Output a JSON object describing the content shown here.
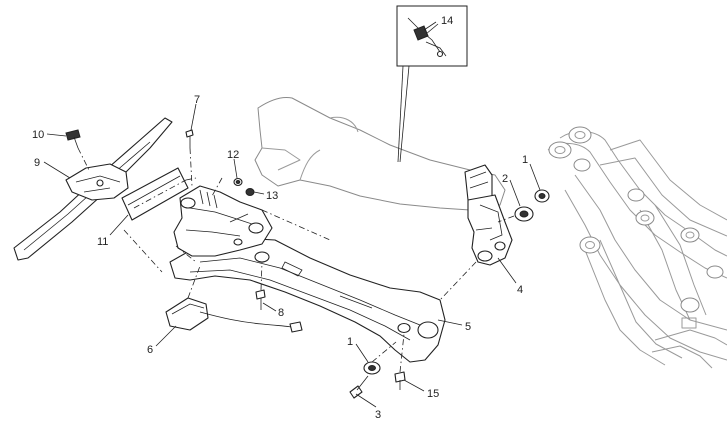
{
  "callouts": [
    {
      "id": "c14",
      "label": "14"
    },
    {
      "id": "c7",
      "label": "7"
    },
    {
      "id": "c10",
      "label": "10"
    },
    {
      "id": "c9",
      "label": "9"
    },
    {
      "id": "c12",
      "label": "12"
    },
    {
      "id": "c13",
      "label": "13"
    },
    {
      "id": "c11",
      "label": "11"
    },
    {
      "id": "c1a",
      "label": "1"
    },
    {
      "id": "c2",
      "label": "2"
    },
    {
      "id": "c4",
      "label": "4"
    },
    {
      "id": "c8",
      "label": "8"
    },
    {
      "id": "c5",
      "label": "5"
    },
    {
      "id": "c6",
      "label": "6"
    },
    {
      "id": "c1b",
      "label": "1"
    },
    {
      "id": "c15",
      "label": "15"
    },
    {
      "id": "c3",
      "label": "3"
    }
  ]
}
